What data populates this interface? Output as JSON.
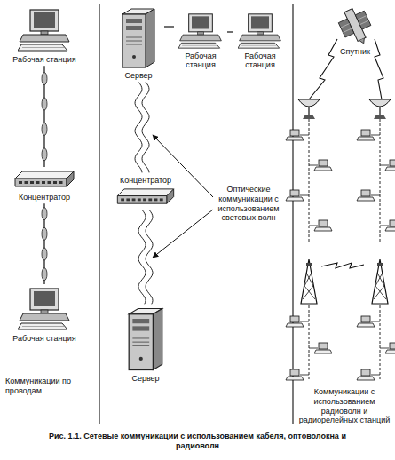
{
  "diagram": {
    "caption": "Рис. 1.1. Сетевые коммуникации с использованием кабеля, оптоволокна и радиоволн",
    "nodes": [
      {
        "text": [
          "Рабочая станция"
        ]
      },
      {
        "text": [
          "Концентратор"
        ]
      },
      {
        "text": [
          "Рабочая станция"
        ]
      },
      {
        "text": [
          "Сервер"
        ]
      },
      {
        "text": [
          "Рабочая станция"
        ]
      },
      {
        "text": [
          "Рабочая станция"
        ]
      },
      {
        "text": [
          "Концентратор"
        ]
      },
      {
        "text": [
          "Сервер"
        ]
      },
      {
        "text": [
          "Спутник"
        ]
      }
    ],
    "edges": [
      {
        "from": 0,
        "to": 1,
        "arrow": "none"
      },
      {
        "from": 1,
        "to": 2,
        "arrow": "none"
      },
      {
        "from": 3,
        "to": 4,
        "arrow": "none"
      },
      {
        "from": 4,
        "to": 5,
        "arrow": "none"
      },
      {
        "from": 3,
        "to": 6,
        "arrow": "none"
      },
      {
        "from": 6,
        "to": 7,
        "arrow": "none"
      }
    ],
    "labels": [
      "Коммуникации по проводам",
      "Оптические коммуникации с использованием световых волн",
      "Коммуникации с использованием радиоволн и радиорелейных станций"
    ]
  }
}
